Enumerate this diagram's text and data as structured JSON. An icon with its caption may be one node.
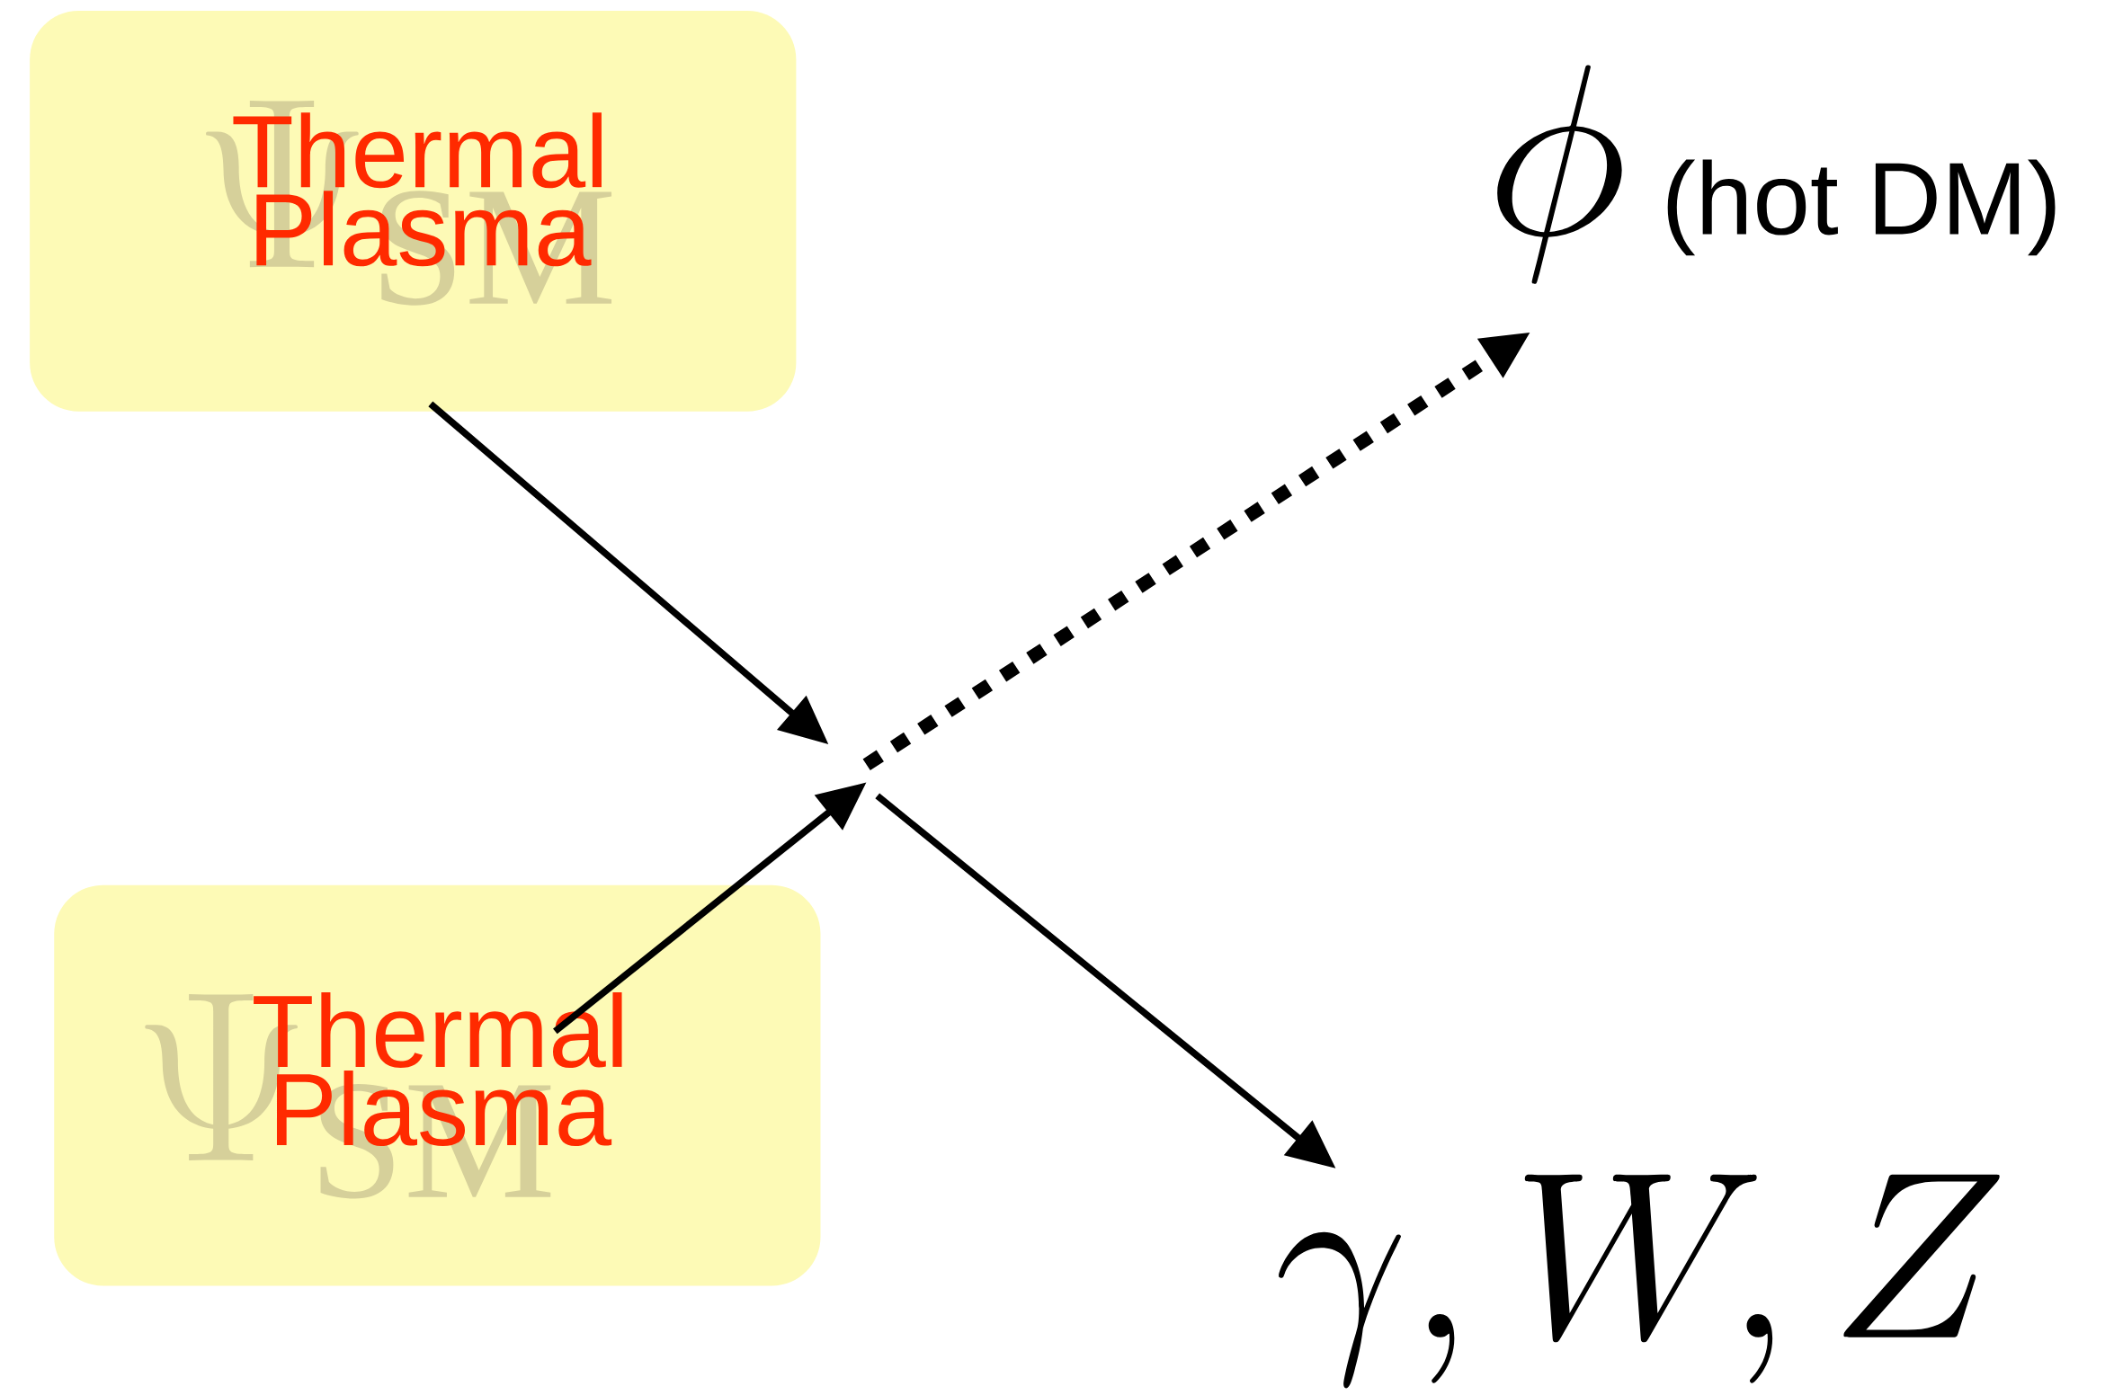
{
  "diagram": {
    "nodes": [
      {
        "text": [
          "Thermal Plasma",
          "\\Psi_{\\rm SM}"
        ]
      },
      {
        "text": [
          "Thermal Plasma",
          "\\Psi_{\\rm SM}"
        ]
      },
      {
        "text": [
          "\\phi",
          "(hot DM)"
        ]
      },
      {
        "text": [
          "\\gamma, W, Z"
        ]
      }
    ],
    "edges": [
      {
        "from": 0,
        "to": null,
        "arrow": "to"
      },
      {
        "from": 1,
        "to": null,
        "arrow": "to"
      },
      {
        "from": null,
        "to": 2,
        "arrow": "to",
        "style": "dashed"
      },
      {
        "from": null,
        "to": 3,
        "arrow": "to"
      }
    ]
  }
}
